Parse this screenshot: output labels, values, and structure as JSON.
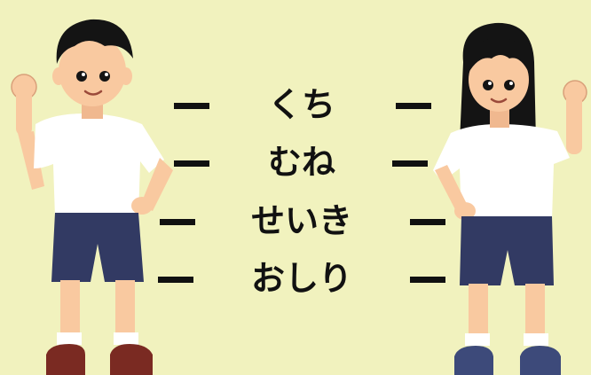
{
  "colors": {
    "background": "#f1f2be",
    "text": "#111111",
    "shirt": "#ffffff",
    "shorts": "#323a63",
    "skin": "#f9c9a0",
    "hair": "#141414",
    "boy_shoes": "#7a2a22",
    "girl_shoes": "#3d4a7a"
  },
  "icons": [
    "boy-character",
    "girl-character"
  ],
  "words": [
    {
      "text": "くち"
    },
    {
      "text": "むね"
    },
    {
      "text": "せいき"
    },
    {
      "text": "おしり"
    }
  ]
}
